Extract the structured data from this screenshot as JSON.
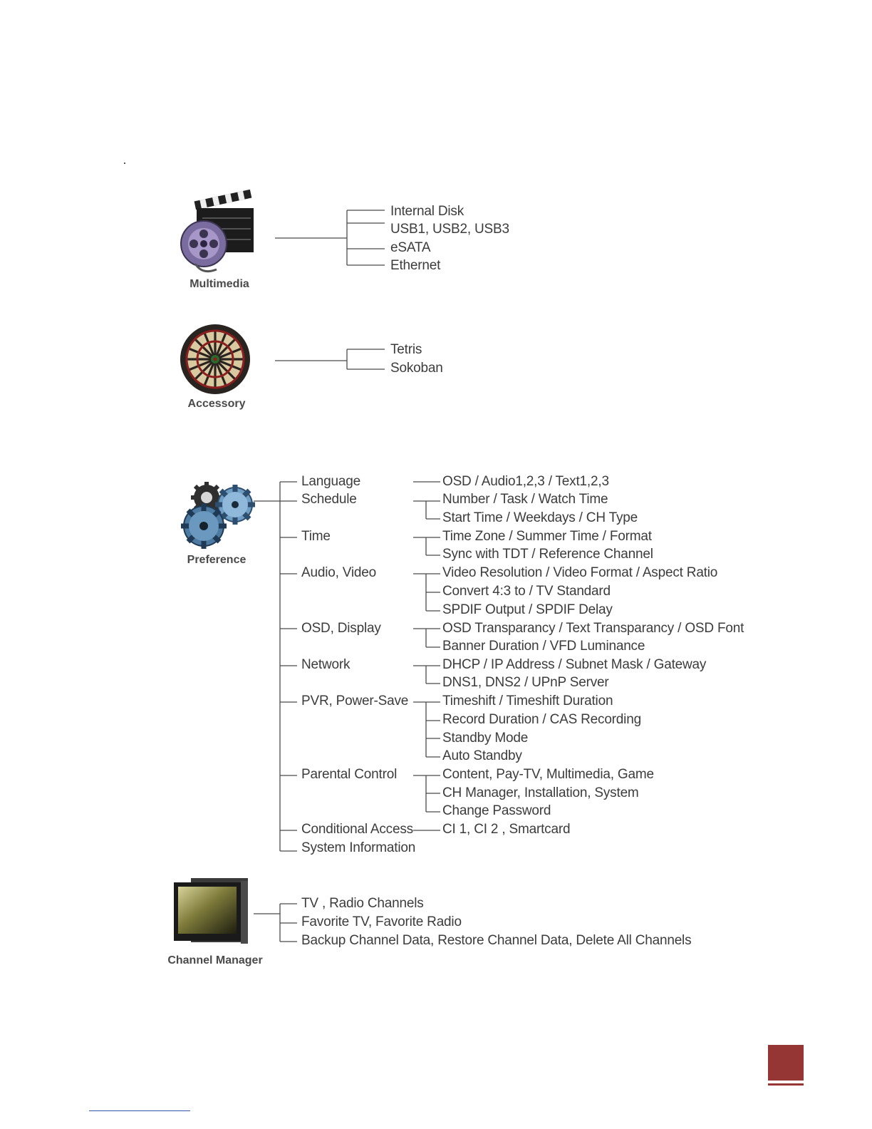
{
  "sections": {
    "multimedia": {
      "caption": "Multimedia",
      "items": [
        "Internal Disk",
        "USB1, USB2, USB3",
        "eSATA",
        "Ethernet"
      ]
    },
    "accessory": {
      "caption": "Accessory",
      "items": [
        "Tetris",
        "Sokoban"
      ]
    },
    "preference": {
      "caption": "Preference",
      "items": [
        {
          "label": "Language",
          "subs": [
            "OSD / Audio1,2,3 / Text1,2,3"
          ]
        },
        {
          "label": "Schedule",
          "subs": [
            "Number / Task / Watch Time",
            "Start Time / Weekdays / CH Type"
          ]
        },
        {
          "label": "Time",
          "subs": [
            "Time Zone / Summer Time / Format",
            "Sync with TDT / Reference Channel"
          ]
        },
        {
          "label": "Audio, Video",
          "subs": [
            "Video Resolution / Video Format / Aspect Ratio",
            "Convert 4:3 to / TV Standard",
            "SPDIF Output / SPDIF Delay"
          ]
        },
        {
          "label": "OSD, Display",
          "subs": [
            "OSD Transparancy / Text Transparancy / OSD Font",
            "Banner Duration / VFD Luminance"
          ]
        },
        {
          "label": "Network",
          "subs": [
            "DHCP / IP Address / Subnet Mask / Gateway",
            "DNS1, DNS2 / UPnP Server"
          ]
        },
        {
          "label": "PVR, Power-Save",
          "subs": [
            "Timeshift / Timeshift Duration",
            "Record Duration / CAS Recording",
            "Standby Mode",
            "Auto Standby"
          ]
        },
        {
          "label": "Parental Control",
          "subs": [
            "Content, Pay-TV, Multimedia, Game",
            "CH Manager, Installation, System",
            "Change Password"
          ]
        },
        {
          "label": "Conditional Access",
          "subs": [
            "CI 1, CI 2 , Smartcard"
          ]
        },
        {
          "label": "System Information",
          "subs": []
        }
      ]
    },
    "channel_manager": {
      "caption": "Channel Manager",
      "items": [
        "TV , Radio Channels",
        "Favorite TV, Favorite Radio",
        "Backup Channel Data, Restore Channel Data, Delete All Channels"
      ]
    }
  },
  "colors": {
    "line": "#4a4a4a",
    "text": "#3c3c3c",
    "accent": "#963634"
  },
  "icons": [
    "film-reel-clapper-icon",
    "dartboard-icon",
    "gears-icon",
    "flat-tv-icon"
  ]
}
